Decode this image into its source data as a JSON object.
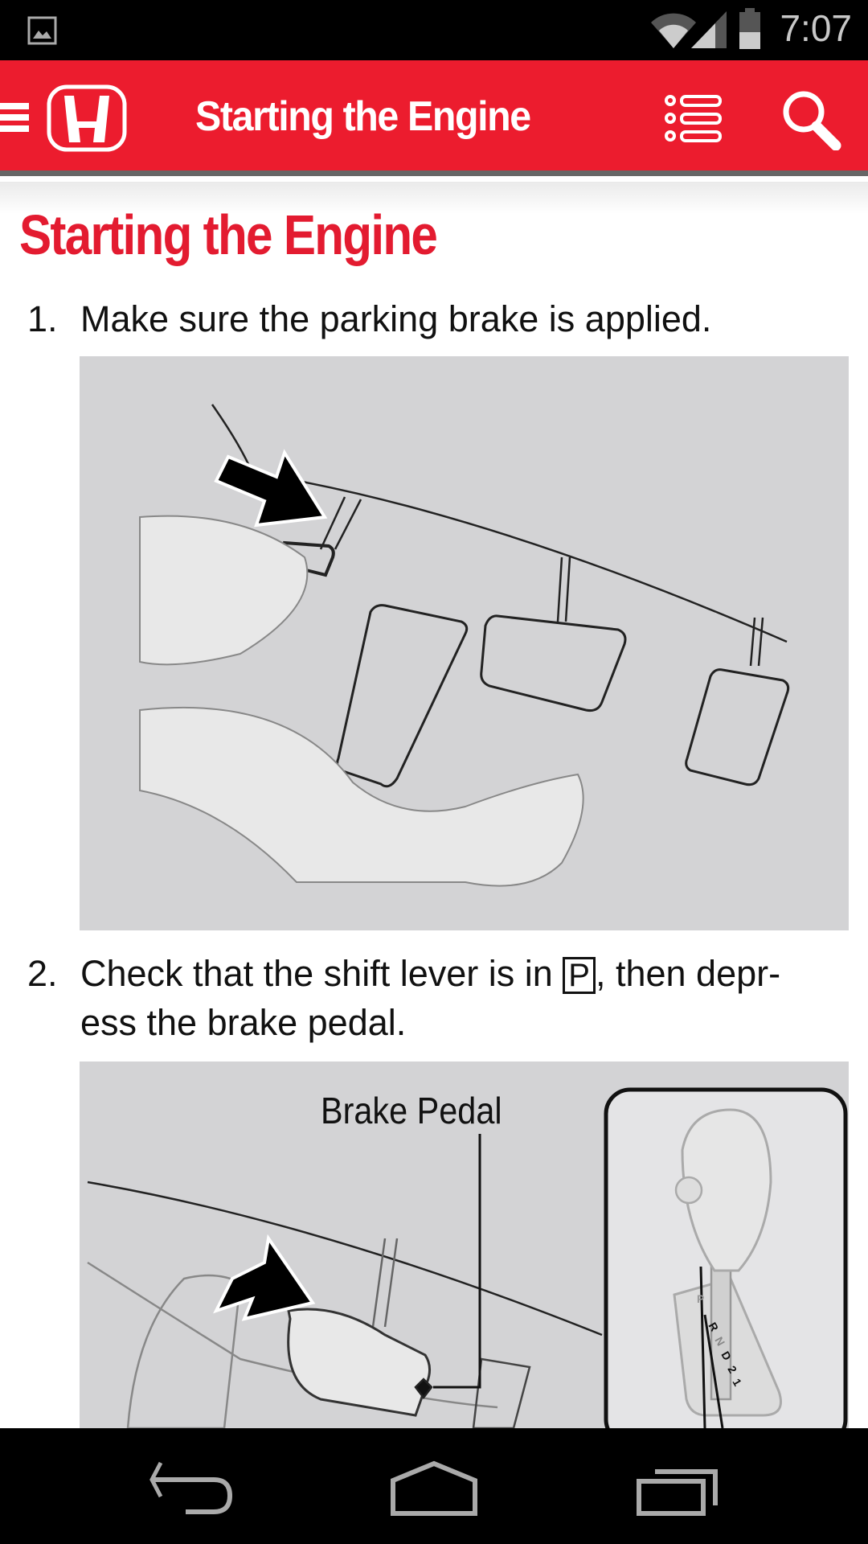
{
  "status_bar": {
    "time": "7:07"
  },
  "app_bar": {
    "title": "Starting the Engine"
  },
  "content": {
    "heading": "Starting the Engine",
    "steps": [
      {
        "number": "1.",
        "text": "Make sure the parking brake is applied."
      },
      {
        "number": "2.",
        "text_before": "Check that the shift lever is in ",
        "shift_symbol": "P",
        "text_after": ", then depr-ess the brake pedal.",
        "line1_after": ", then depr-",
        "line2": "ess the brake pedal."
      }
    ],
    "figure2": {
      "label": "Brake Pedal",
      "shift_positions": [
        "P",
        "R",
        "N",
        "D",
        "2",
        "1"
      ]
    }
  }
}
